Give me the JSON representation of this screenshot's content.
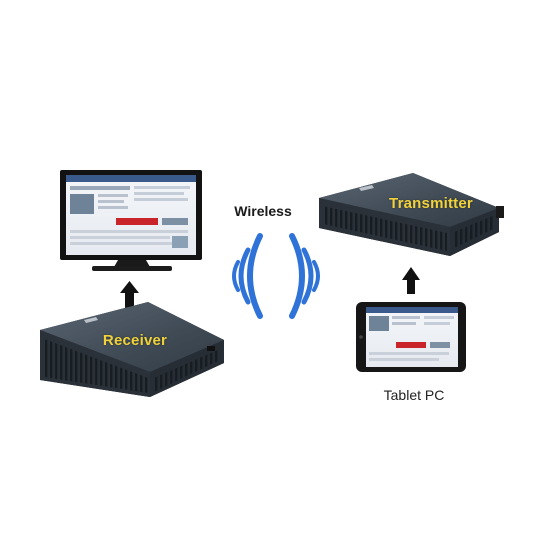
{
  "labels": {
    "wireless": "Wireless",
    "receiver": "Receiver",
    "transmitter": "Transmitter",
    "tablet": "Tablet PC"
  },
  "colors": {
    "device_body": "#3b4550",
    "device_top": "#44505c",
    "device_label": "#f1d23a",
    "wave": "#2f73d8",
    "arrow": "#111111"
  },
  "icons": {
    "monitor": "monitor-icon",
    "tablet": "tablet-icon",
    "wireless": "wireless-signal-icon",
    "arrow": "arrow-up-icon"
  }
}
